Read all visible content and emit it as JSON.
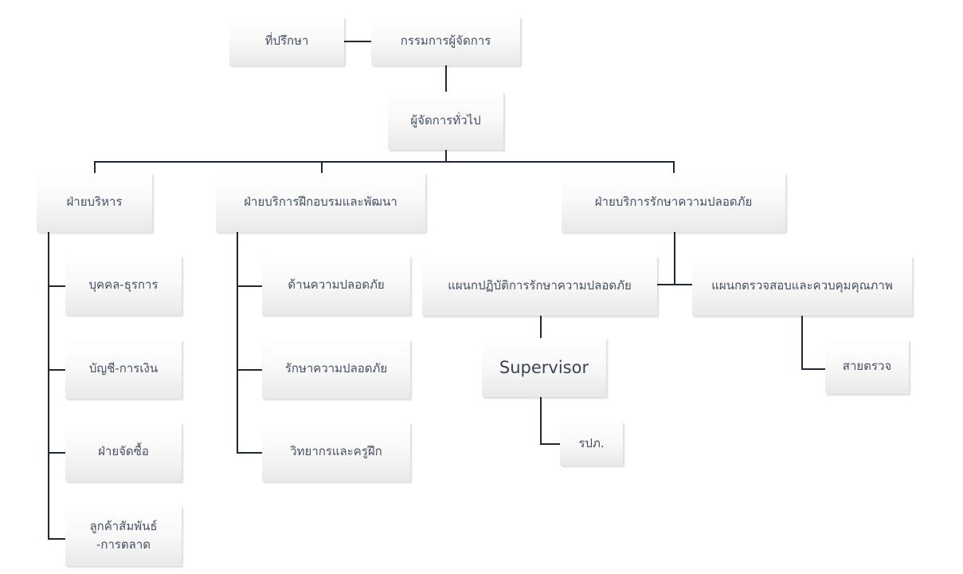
{
  "nodes": {
    "advisor": "ที่ปรึกษา",
    "board": "กรรมการผู้จัดการ",
    "gm": "ผู้จัดการทั่วไป",
    "admin": "ฝ่ายบริหาร",
    "hr": "บุคคล-ธุรการ",
    "accounting": "บัญชี-การเงิน",
    "purchasing": "ฝ่ายจัดซื้อ",
    "crm_line1": "ลูกค้าสัมพันธ์",
    "crm_line2": "-การตลาด",
    "training": "ฝ่ายบริการฝึกอบรมและพัฒนา",
    "safety_topic": "ด้านความปลอดภัย",
    "security_course": "รักษาความปลอดภัย",
    "instructors": "วิทยากรและครูฝึก",
    "security_services": "ฝ่ายบริการรักษาความปลอดภัย",
    "operations": "แผนกปฏิบัติการรักษาความปลอดภัย",
    "supervisor": "Supervisor",
    "guard": "รปภ.",
    "inspection": "แผนกตรวจสอบและควบคุมคุณภาพ",
    "patrol": "สายตรวจ"
  }
}
